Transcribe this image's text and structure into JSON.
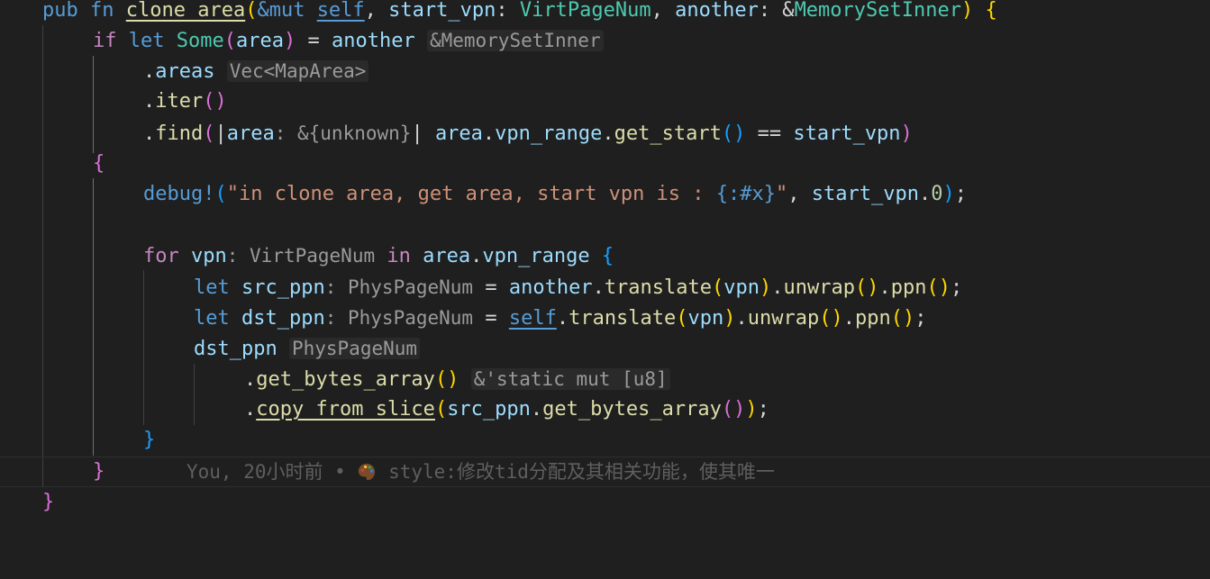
{
  "code": {
    "l1": {
      "pub": "pub",
      "fn": "fn",
      "name": "clone_area",
      "amp_mut": "&mut ",
      "self": "self",
      "comma1": ", ",
      "p1": "start_vpn",
      "colon1": ": ",
      "t1": "VirtPageNum",
      "comma2": ", ",
      "p2": "another",
      "colon2": ": &",
      "t2": "MemorySetInner",
      "close": ")",
      "brace": "{"
    },
    "l2": {
      "if": "if",
      "let": "let",
      "some": "Some",
      "area": "area",
      "eq": " = ",
      "another": "another",
      "hint": "&MemorySetInner"
    },
    "l3": {
      "dot": ".",
      "areas": "areas",
      "hint": "Vec<MapArea>"
    },
    "l4": {
      "dot": ".",
      "iter": "iter",
      "parens": "()"
    },
    "l5": {
      "dot": ".",
      "find": "find",
      "area": "area",
      "hint": ": &{unknown}",
      "body_area": "area",
      "dot2": ".",
      "vpn_range": "vpn_range",
      "dot3": ".",
      "get_start": "get_start",
      "eqeq": " == ",
      "start_vpn": "start_vpn"
    },
    "l6": {
      "brace": "{"
    },
    "l7": {
      "debug": "debug!",
      "str1": "\"in clone area, get area, start vpn is : ",
      "ph": "{:#x}",
      "str2": "\"",
      "comma": ", ",
      "start_vpn": "start_vpn",
      "dot": ".",
      "zero": "0",
      "semi": ";"
    },
    "l9": {
      "for": "for",
      "vpn": "vpn",
      "hint": ": VirtPageNum",
      "in": "in",
      "area": "area",
      "dot": ".",
      "vpn_range": "vpn_range",
      "brace": "{"
    },
    "l10": {
      "let": "let",
      "name": "src_ppn",
      "hint": ": PhysPageNum",
      "eq": " = ",
      "another": "another",
      "translate": "translate",
      "vpn": "vpn",
      "unwrap": "unwrap",
      "ppn": "ppn",
      "semi": ";"
    },
    "l11": {
      "let": "let",
      "name": "dst_ppn",
      "hint": ": PhysPageNum",
      "eq": " = ",
      "self": "self",
      "translate": "translate",
      "vpn": "vpn",
      "unwrap": "unwrap",
      "ppn": "ppn",
      "semi": ";"
    },
    "l12": {
      "dst_ppn": "dst_ppn",
      "hint": "PhysPageNum"
    },
    "l13": {
      "dot": ".",
      "fn": "get_bytes_array",
      "hint": "&'static mut [u8]"
    },
    "l14": {
      "dot": ".",
      "fn": "copy_from_slice",
      "src": "src_ppn",
      "dot2": ".",
      "fn2": "get_bytes_array",
      "semi": ";"
    },
    "l15": {
      "brace": "}"
    },
    "l16": {
      "brace": "}"
    },
    "l17": {
      "brace": "}"
    }
  },
  "blame": {
    "author_time": "You, 20小时前 • ",
    "icon": "palette-icon",
    "message": " style:修改tid分配及其相关功能，使其唯一"
  },
  "colors": {
    "background": "#1f1f1f",
    "keyword": "#569cd6",
    "function": "#dcdcaa",
    "variable": "#9cdcfe",
    "type": "#4ec9b0",
    "string": "#ce9178",
    "bracket_gold": "#ffd700",
    "bracket_purple": "#da70d6",
    "bracket_blue": "#179fff"
  }
}
